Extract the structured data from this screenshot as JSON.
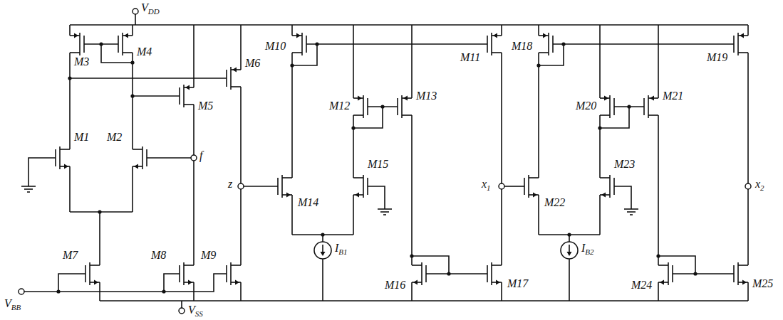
{
  "diagram": {
    "labels": [
      "VDD",
      "M3",
      "M4",
      "M5",
      "M6",
      "M1",
      "M2",
      "f",
      "z",
      "M7",
      "M8",
      "M9",
      "VBB",
      "VSS",
      "M10",
      "M11",
      "M12",
      "M13",
      "M14",
      "M15",
      "IB1",
      "M16",
      "M17",
      "x1",
      "M18",
      "M19",
      "M20",
      "M21",
      "M22",
      "M23",
      "IB2",
      "M24",
      "M25",
      "x2"
    ]
  }
}
